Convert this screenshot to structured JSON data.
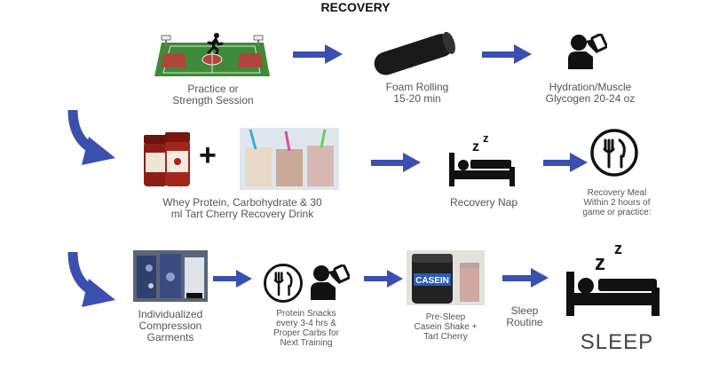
{
  "title": "RECOVERY",
  "colors": {
    "arrow": "#3a4fb0",
    "icon": "#111111",
    "court_green": "#3f8a3a",
    "court_red": "#b0463c"
  },
  "steps": {
    "practice": "Practice or\nStrength Session",
    "foam": "Foam Rolling\n15-20 min",
    "hydration": "Hydration/Muscle\nGlycogen 20-24 oz",
    "drink": "Whey Protein, Carbohydrate & 30\nml Tart Cherry Recovery Drink",
    "nap": "Recovery Nap",
    "meal": "Recovery Meal\nWithin 2 hours of\ngame or practice:",
    "compression": "Individualized\nCompression\nGarments",
    "snacks": "Protein Snacks\nevery 3-4 hrs &\nProper Carbs for\nNext Training",
    "presleep": "Pre-Sleep\nCasein Shake +\nTart Cherry",
    "routine": "Sleep\nRoutine",
    "sleep": "SLEEP"
  },
  "product": {
    "casein_label": "CASEIN",
    "plus": "+"
  }
}
